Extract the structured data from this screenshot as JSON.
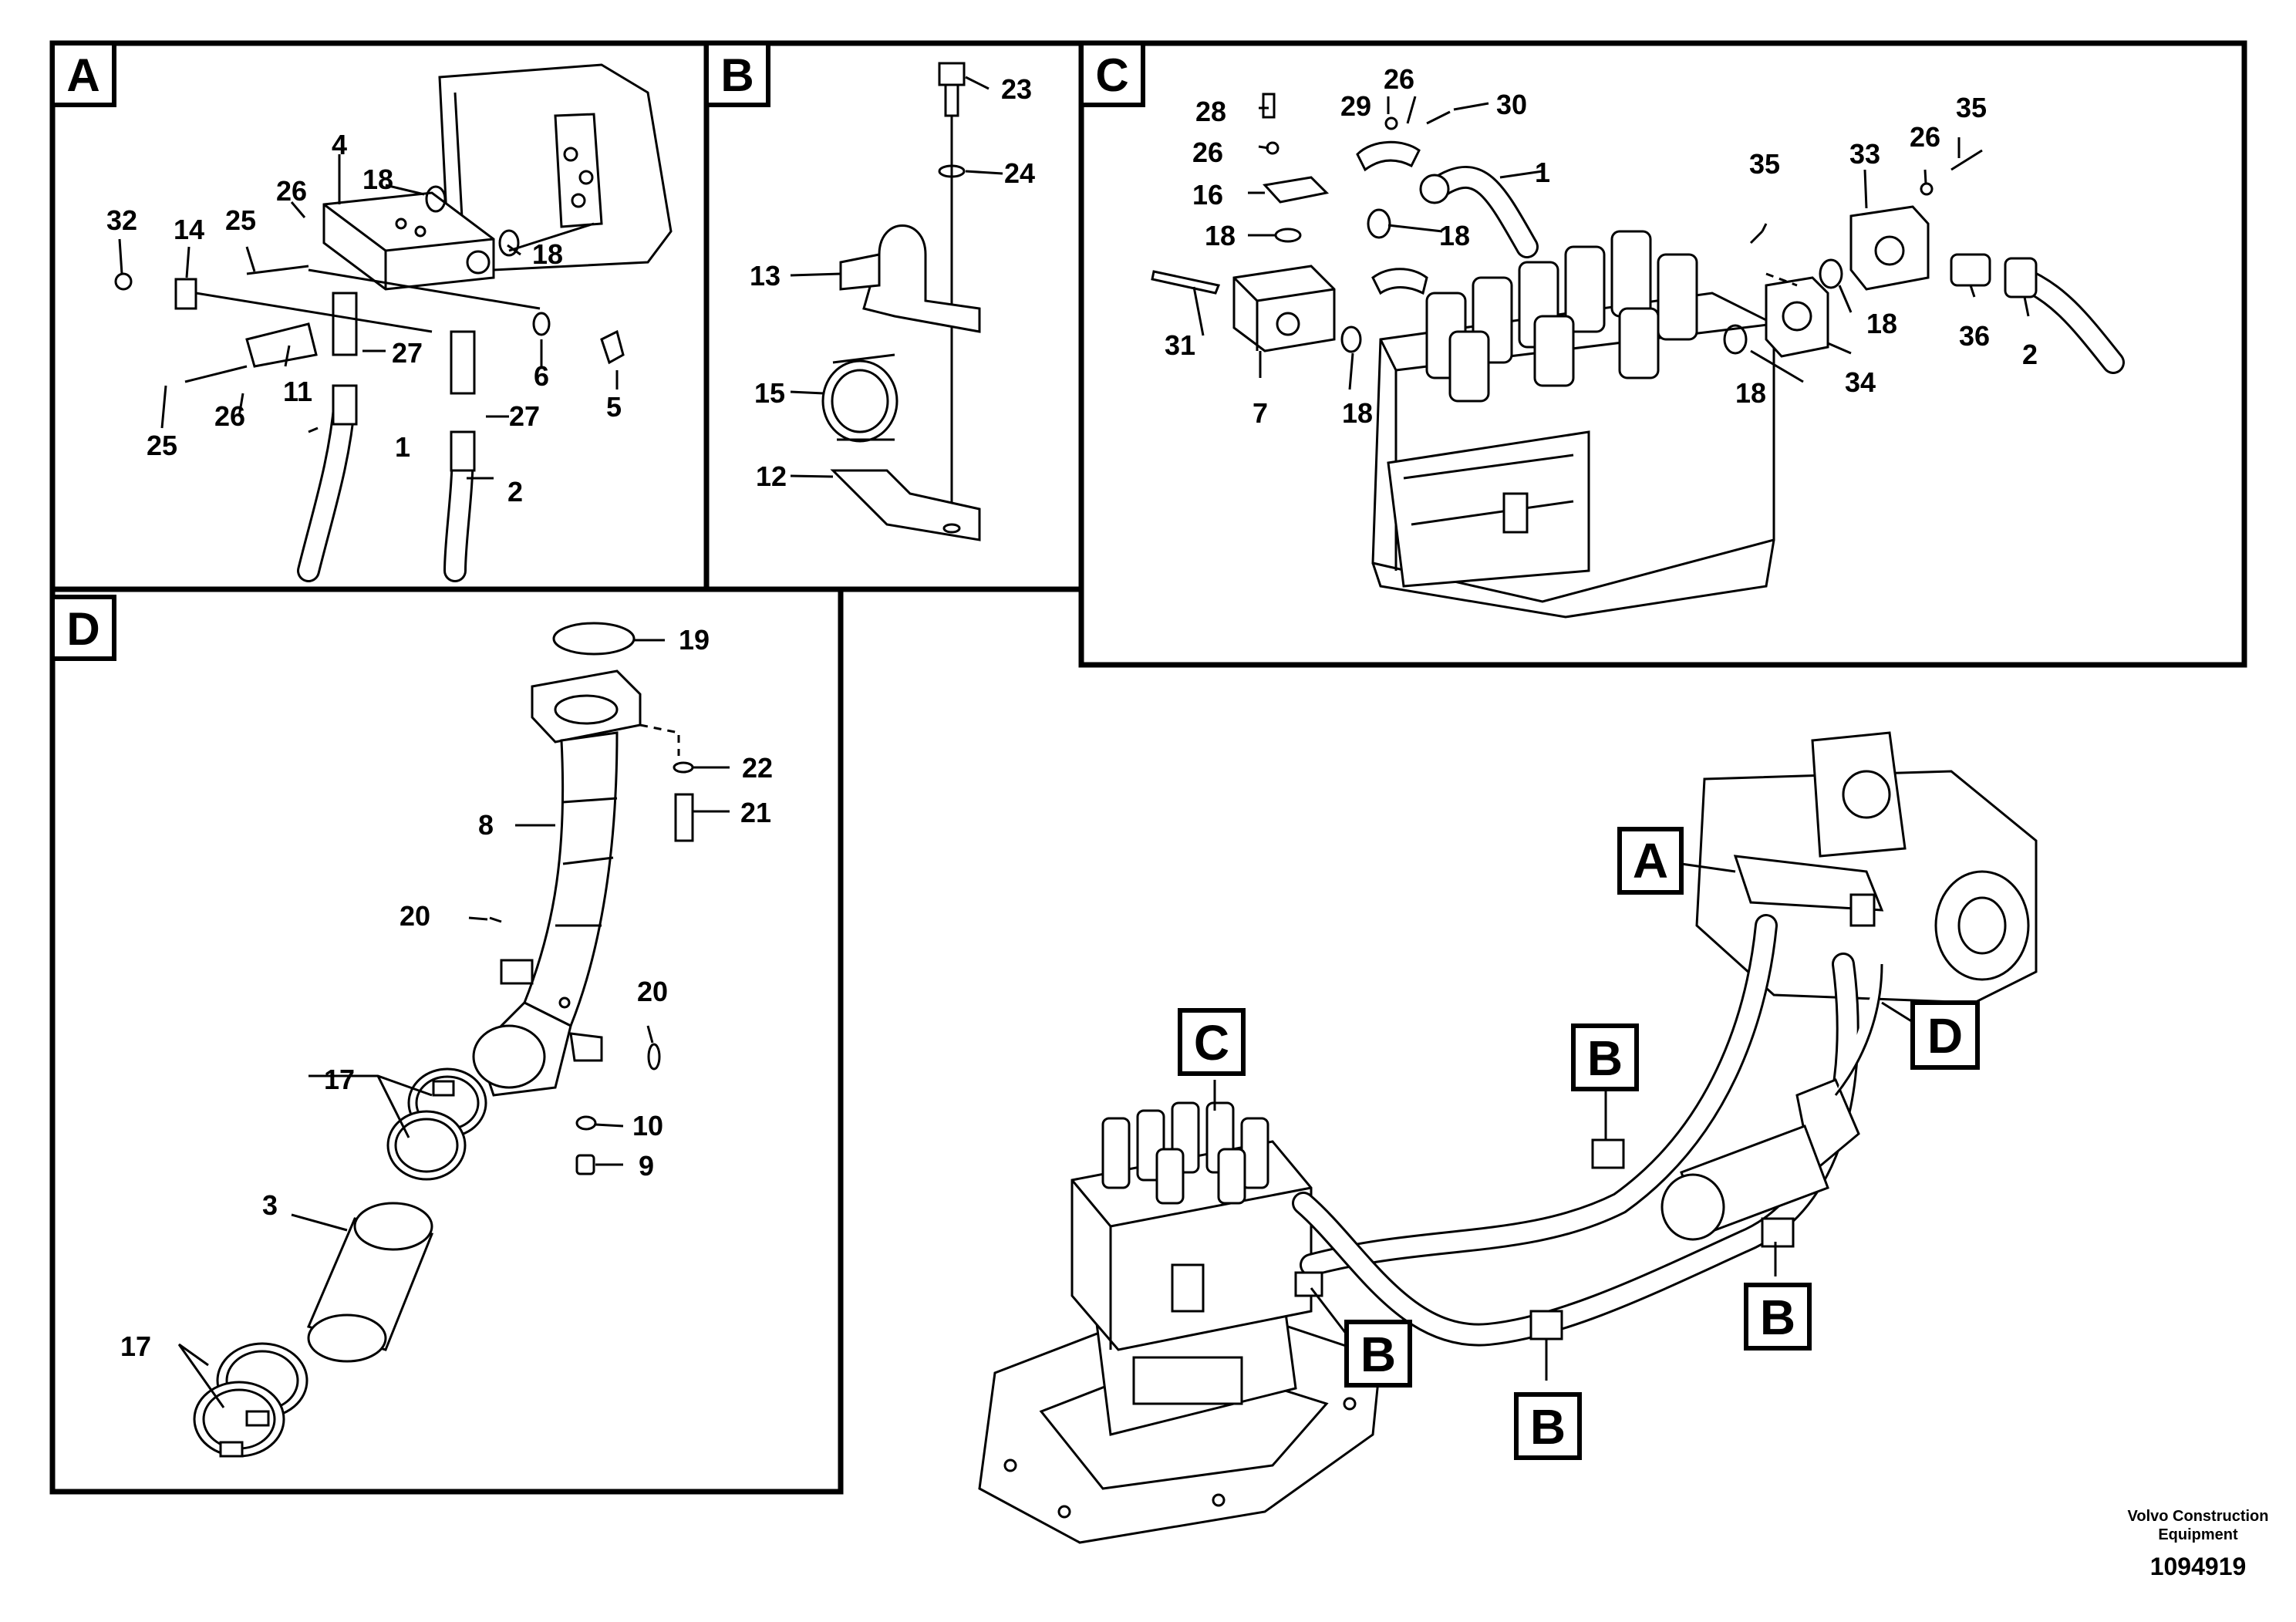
{
  "panels": {
    "A": {
      "tag": "A",
      "callouts": [
        "4",
        "18",
        "26",
        "25",
        "14",
        "32",
        "18",
        "11",
        "27",
        "27",
        "26",
        "25",
        "1",
        "2",
        "6",
        "5"
      ]
    },
    "B": {
      "tag": "B",
      "callouts": [
        "23",
        "24",
        "13",
        "15",
        "12"
      ]
    },
    "C": {
      "tag": "C",
      "callouts": [
        "28",
        "26",
        "29",
        "26",
        "30",
        "1",
        "16",
        "18",
        "18",
        "31",
        "7",
        "18",
        "35",
        "33",
        "26",
        "35",
        "18",
        "36",
        "2",
        "34",
        "18"
      ]
    },
    "D": {
      "tag": "D",
      "callouts": [
        "19",
        "22",
        "21",
        "8",
        "20",
        "20",
        "17",
        "10",
        "9",
        "3",
        "17"
      ]
    }
  },
  "overview": {
    "tags": [
      "A",
      "B",
      "C",
      "D",
      "B",
      "B",
      "B"
    ]
  },
  "footer": {
    "credit_line1": "Volvo Construction",
    "credit_line2": "Equipment",
    "doc_number": "1094919"
  }
}
